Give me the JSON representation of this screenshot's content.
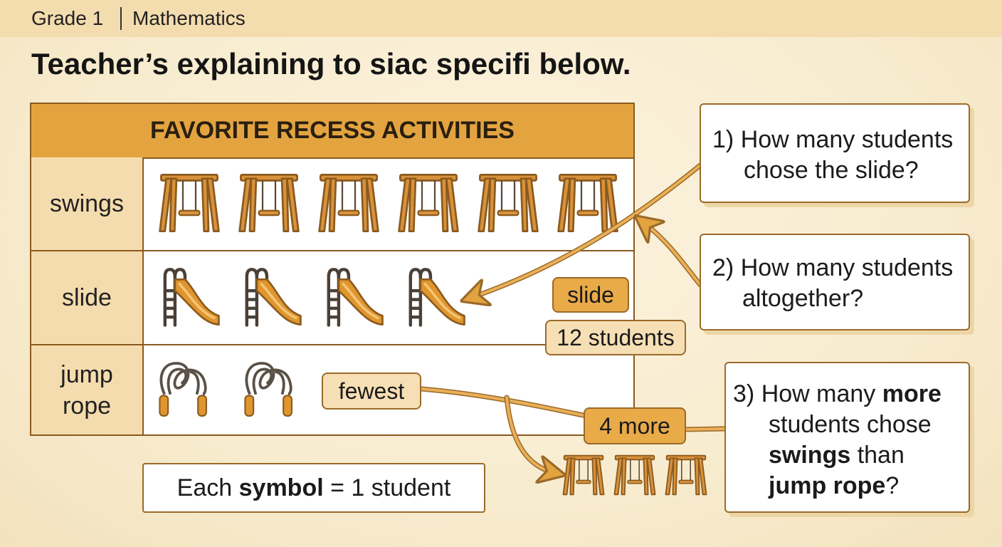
{
  "header": {
    "grade": "Grade 1",
    "subject": "Mathematics"
  },
  "headline": "Teacher’s explaining to siac specifi below.",
  "graph": {
    "title": "FAVORITE RECESS ACTIVITIES",
    "rows": [
      {
        "label": "swings",
        "count": 6,
        "icon": "swing-icon"
      },
      {
        "label": "slide",
        "count": 4,
        "icon": "slide-icon"
      },
      {
        "label": "jump rope",
        "count": 2,
        "icon": "jump-rope-icon"
      }
    ]
  },
  "legend": {
    "prefix": "Each ",
    "bold": "symbol",
    "suffix": " = 1 student"
  },
  "tags": {
    "slide": "slide",
    "students": "12 students",
    "fewest": "fewest",
    "more": "4 more"
  },
  "extra_swings": {
    "count": 3,
    "icon": "swing-icon"
  },
  "questions": [
    {
      "number": "1)",
      "lines": [
        "How many students",
        "chose the slide?"
      ]
    },
    {
      "number": "2)",
      "lines": [
        "How many students",
        "altogether?"
      ]
    },
    {
      "number": "3)",
      "l1_pre": "How many ",
      "l1_bold": "more",
      "l2": "students chose",
      "l3_bold": "swings",
      "l3_post": " than",
      "l4_bold": "jump rope",
      "l4_post": "?"
    }
  ],
  "colors": {
    "accent": "#e3a440",
    "label_bg": "#f5dcae",
    "outline": "#8a5a1f",
    "arrow": "#e3a440"
  }
}
